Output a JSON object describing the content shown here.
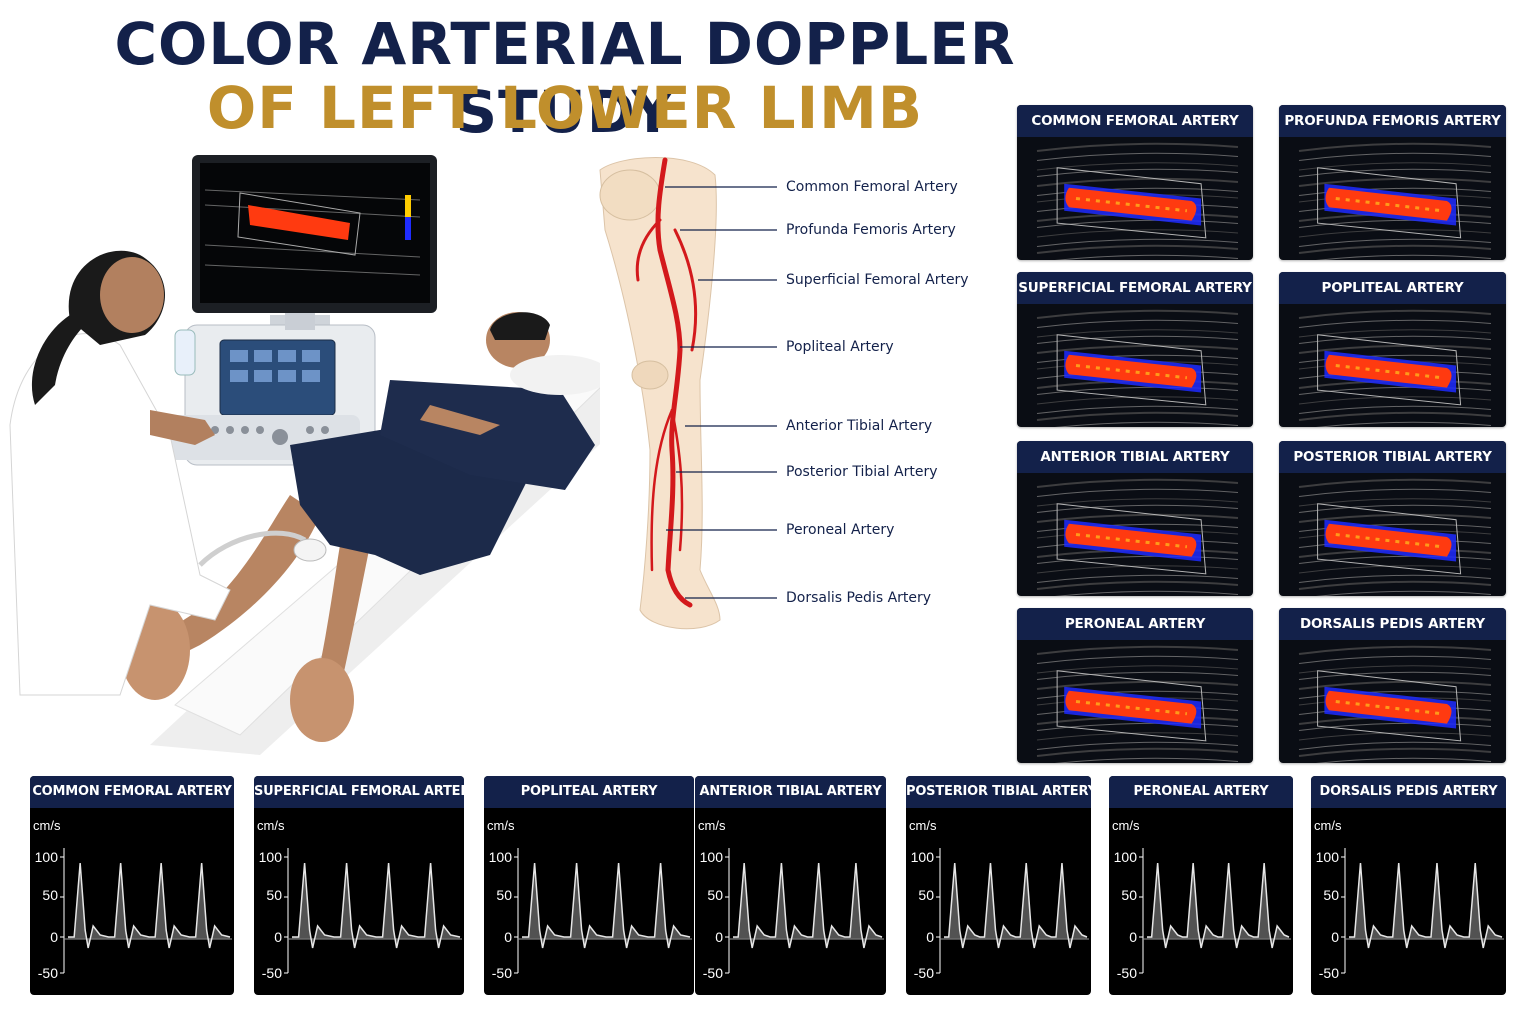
{
  "title": {
    "line1": "COLOR ARTERIAL DOPPLER STUDY",
    "line2": "OF LEFT LOWER LIMB"
  },
  "colors": {
    "navy": "#13214a",
    "gold": "#c08f2c",
    "flow_red": "#ff3a10",
    "flow_blue": "#1f2cff"
  },
  "anatomy": {
    "labels": [
      "Common Femoral Artery",
      "Profunda Femoris Artery",
      "Superficial Femoral Artery",
      "Popliteal Artery",
      "Anterior Tibial Artery",
      "Posterior Tibial Artery",
      "Peroneal Artery",
      "Dorsalis Pedis Artery"
    ]
  },
  "color_doppler_panels": [
    "COMMON FEMORAL ARTERY",
    "PROFUNDA FEMORIS ARTERY",
    "SUPERFICIAL FEMORAL ARTERY",
    "POPLITEAL ARTERY",
    "ANTERIOR TIBIAL ARTERY",
    "POSTERIOR TIBIAL ARTERY",
    "PERONEAL ARTERY",
    "DORSALIS PEDIS ARTERY"
  ],
  "spectral_panels": {
    "unit": "cm/s",
    "ticks": [
      "100",
      "50",
      "0",
      "-50"
    ],
    "titles": [
      "COMMON FEMORAL ARTERY",
      "SUPERFICIAL FEMORAL ARTERY",
      "POPLITEAL ARTERY",
      "ANTERIOR TIBIAL ARTERY",
      "POSTERIOR TIBIAL ARTERY",
      "PERONEAL ARTERY",
      "DORSALIS PEDIS ARTERY"
    ]
  }
}
